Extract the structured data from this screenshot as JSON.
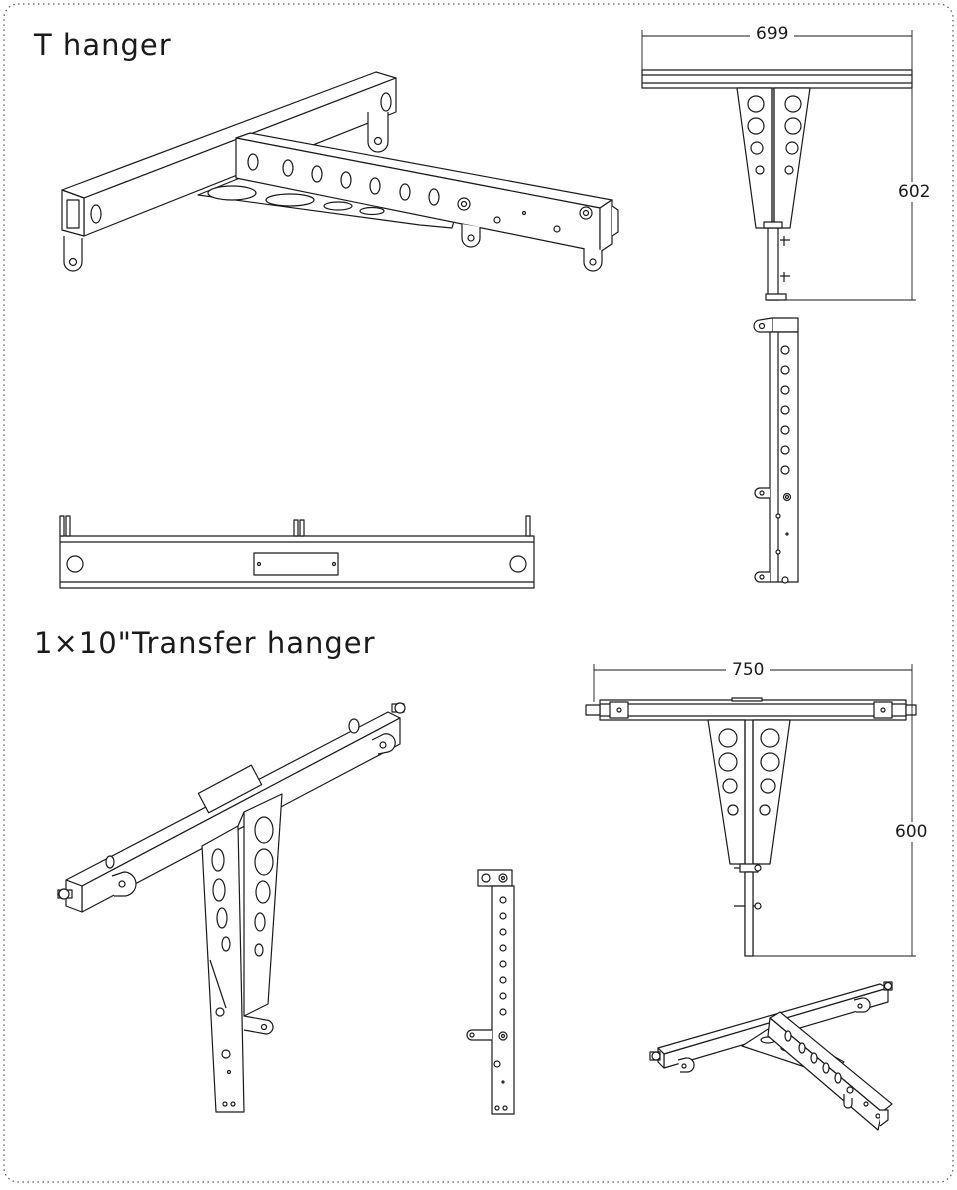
{
  "titles": {
    "t_hanger": "T hanger",
    "transfer_hanger": "1×10\"Transfer hanger"
  },
  "dimensions": {
    "t_width": "699",
    "t_height": "602",
    "transfer_width": "750",
    "transfer_height": "600"
  },
  "colors": {
    "line": "#1a1a1a",
    "border": "#555555",
    "fill": "#ffffff"
  }
}
